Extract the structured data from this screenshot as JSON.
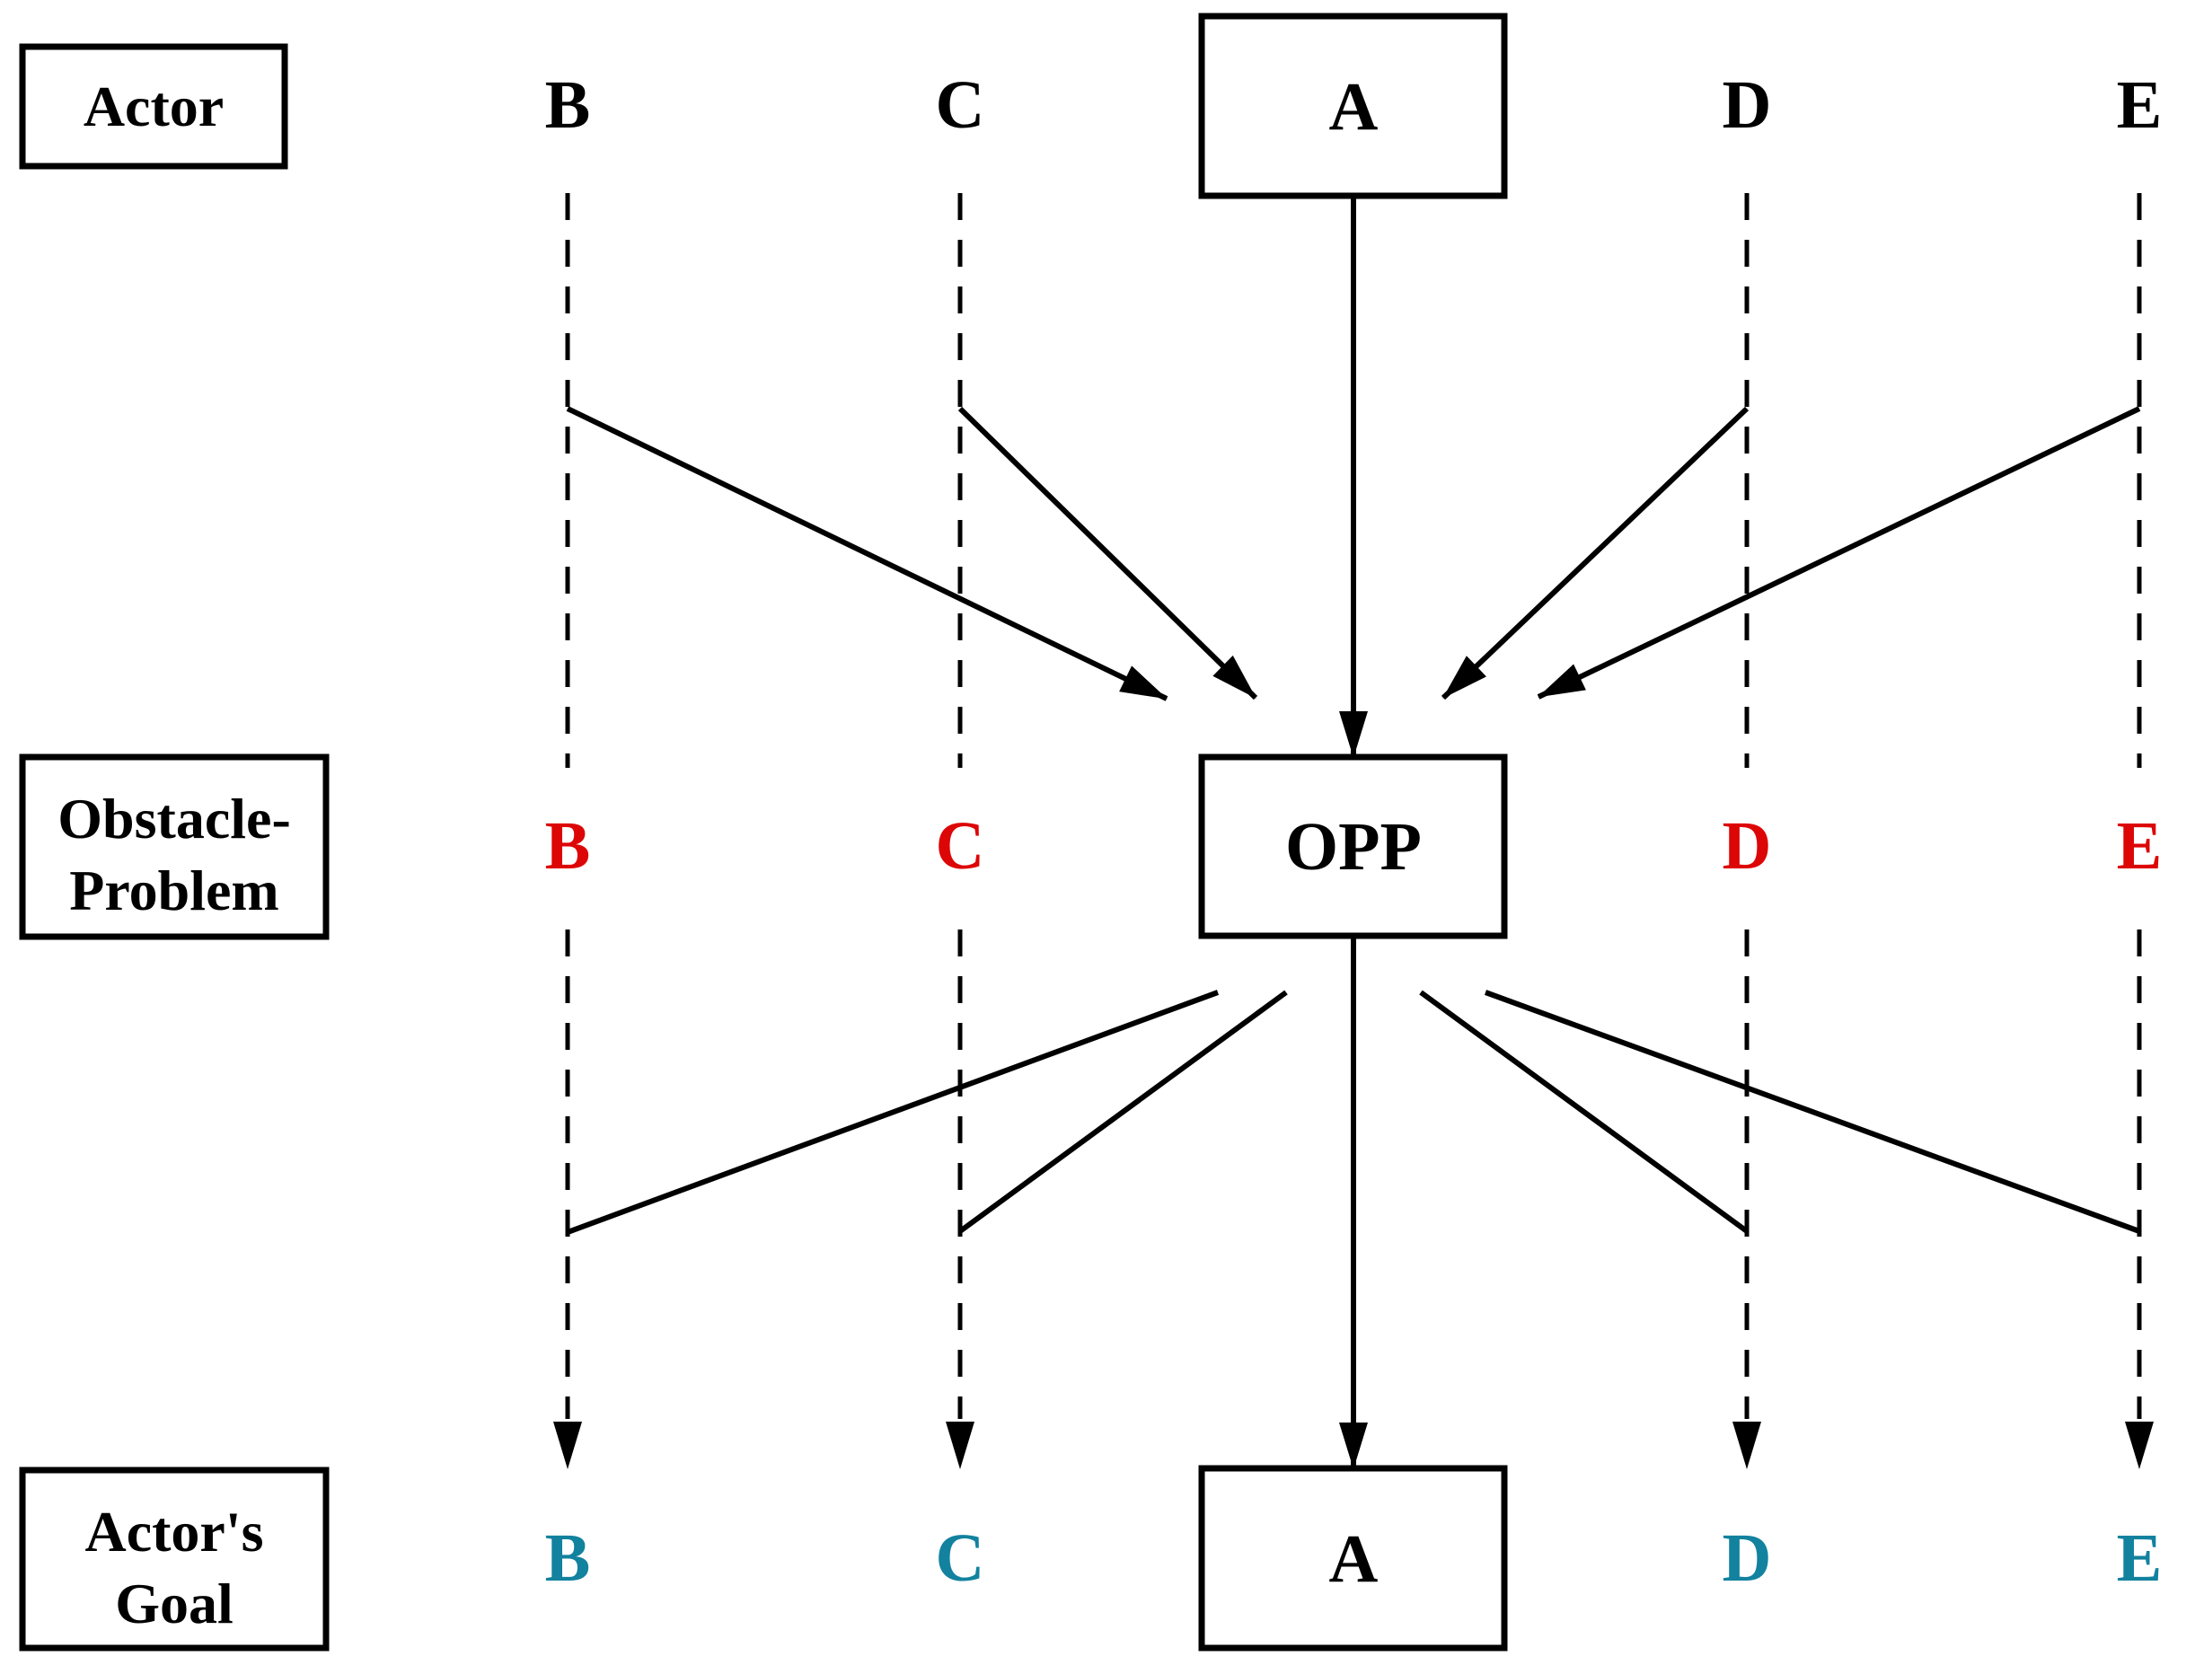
{
  "title": "Actor / Obstacle-Problem / Goal convergence diagram",
  "colors": {
    "black": "#000000",
    "obstacle_red": "#dd0606",
    "goal_teal": "#12829e",
    "background": "#ffffff"
  },
  "row_labels": {
    "actor": "Actor",
    "obstacle_line1": "Obstacle-",
    "obstacle_line2": "Problem",
    "goal_line1": "Actor's",
    "goal_line2": "Goal"
  },
  "center_column": {
    "actor": "A",
    "obstacle": "OPP",
    "goal": "A"
  },
  "columns": [
    {
      "id": "B",
      "actor": "B",
      "obstacle": "B",
      "goal": "B"
    },
    {
      "id": "C",
      "actor": "C",
      "obstacle": "C",
      "goal": "C"
    },
    {
      "id": "D",
      "actor": "D",
      "obstacle": "D",
      "goal": "D"
    },
    {
      "id": "E",
      "actor": "E",
      "obstacle": "E",
      "goal": "E"
    }
  ],
  "relations": {
    "actor_arrows_to_center": [
      "B-OPP",
      "C-OPP",
      "A-OPP",
      "D-OPP",
      "E-OPP"
    ],
    "center_lines_to_goals": [
      "OPP-B",
      "OPP-C",
      "OPP-A",
      "OPP-D",
      "OPP-E"
    ]
  }
}
